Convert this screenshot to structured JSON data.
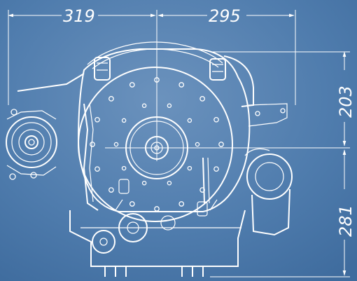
{
  "colors": {
    "background": "#4a78a8",
    "line": "#ffffff"
  },
  "dimensions": {
    "left_width": "319",
    "right_width": "295",
    "upper_height": "203",
    "lower_height": "281"
  },
  "icons": [
    "engine-front-view-drawing"
  ]
}
